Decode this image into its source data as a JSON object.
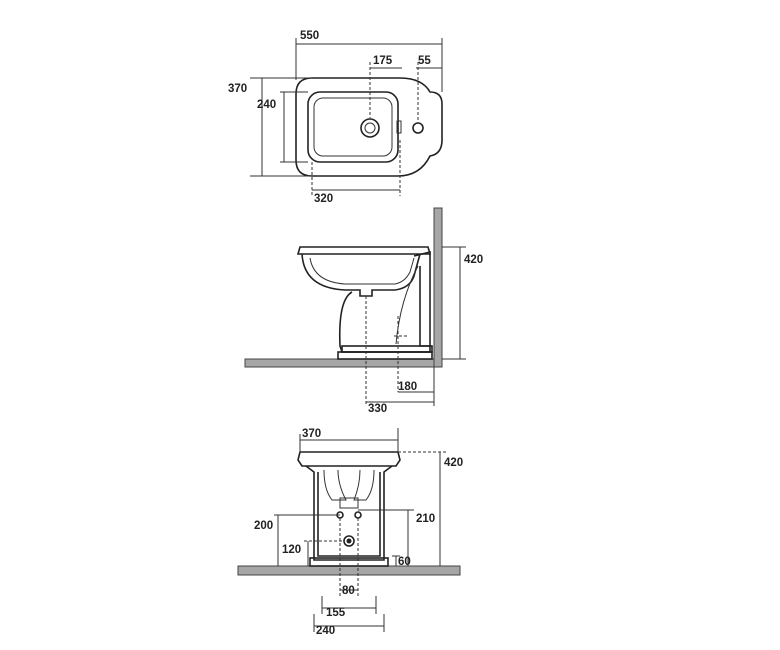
{
  "top_view": {
    "dim_width": "550",
    "dim_depth": "370",
    "dim_inner_depth": "240",
    "dim_hole_offset": "175",
    "dim_tap_offset": "55",
    "dim_bowl_length": "320"
  },
  "side_view": {
    "dim_height": "420",
    "dim_waste_wall": "180",
    "dim_fix_wall": "330"
  },
  "front_view": {
    "dim_width": "370",
    "dim_height": "420",
    "dim_supply_height": "200",
    "dim_supply_height_right": "210",
    "dim_waste_height": "120",
    "dim_base_height": "60",
    "dim_waste_width": "80",
    "dim_supply_spacing": "155",
    "dim_fix_spacing": "240"
  }
}
